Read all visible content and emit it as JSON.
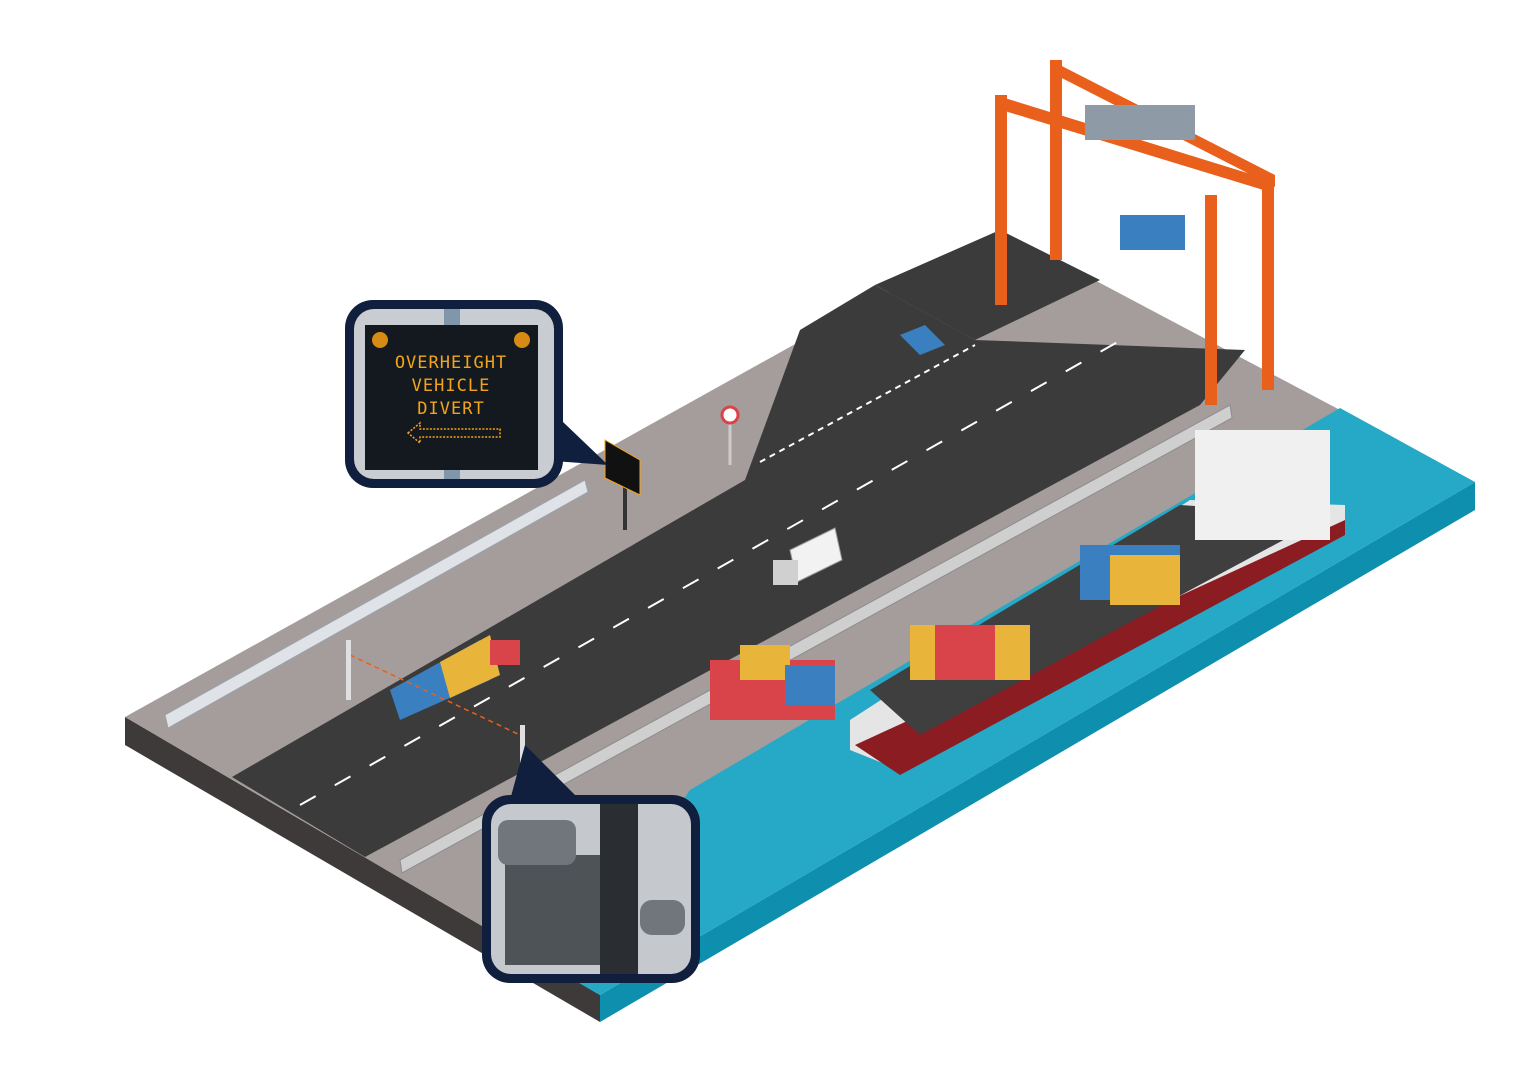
{
  "sign_callout": {
    "lines": [
      "OVERHEIGHT",
      "VEHICLE",
      "DIVERT"
    ],
    "arrow": "left-arrow-icon",
    "led_color": "#f2a51a"
  },
  "colors": {
    "water": "#25a9c6",
    "road": "#3b3b3b",
    "ground": "#a59c9c",
    "crane": "#e8601c",
    "callout_border": "#0f1f3d"
  }
}
